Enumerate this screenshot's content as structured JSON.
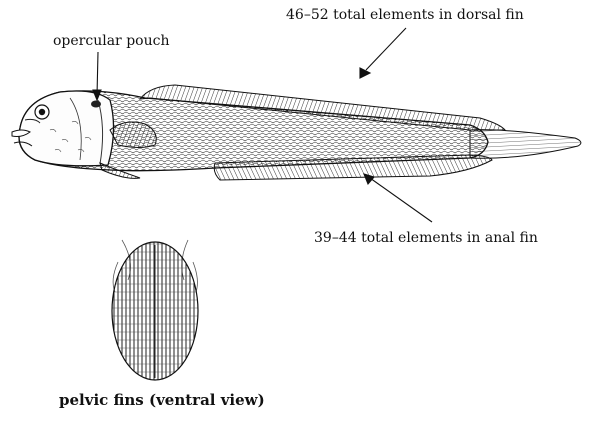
{
  "labels": {
    "opercular_pouch": "opercular pouch",
    "dorsal_fin": "46–52 total elements in dorsal fin",
    "anal_fin": "39–44 total elements in anal fin",
    "pelvic_fins": "pelvic fins (ventral view)"
  },
  "colors": {
    "ink": "#111111",
    "background": "#ffffff"
  }
}
